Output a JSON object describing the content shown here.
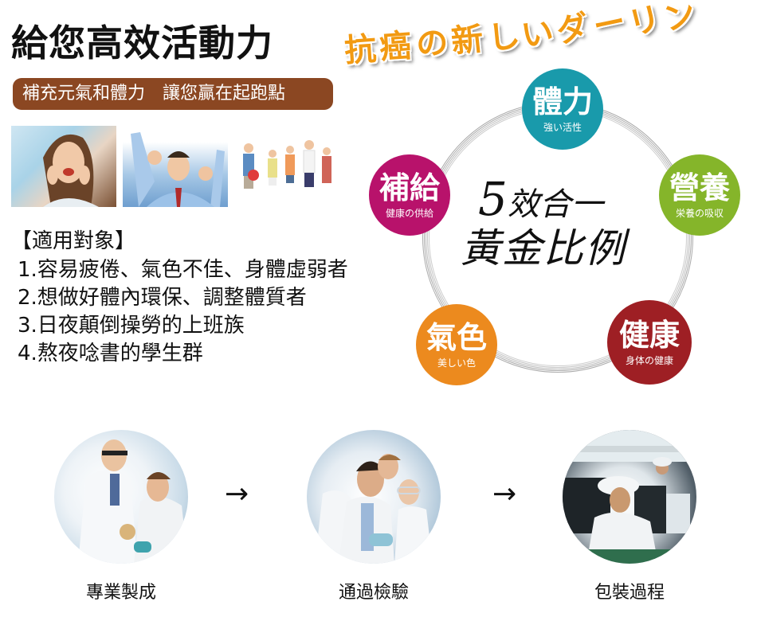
{
  "header": {
    "title": "給您高效活動力",
    "slogan_chars": [
      "抗",
      "癌",
      "の",
      "新",
      "し",
      "い",
      "ダ",
      "ー",
      "リ",
      "ン"
    ],
    "slogan": "抗癌の新しいダーリン",
    "accent_color": "#f29a12"
  },
  "subtitle": {
    "text": "補充元氣和體力　讓您贏在起跑點",
    "bg_color": "#8b4722"
  },
  "photos": [
    {
      "alt": "smiling woman"
    },
    {
      "alt": "cheering office workers"
    },
    {
      "alt": "running young people"
    }
  ],
  "target": {
    "heading": "【適用對象】",
    "items": [
      "1.容易疲倦、氣色不佳、身體虛弱者",
      "2.想做好體內環保、調整體質者",
      "3.日夜顛倒操勞的上班族",
      "4.熬夜唸書的學生群"
    ]
  },
  "ring": {
    "center_line1_number": "5",
    "center_line1_text": "效合一",
    "center_line2": "黃金比例",
    "bubbles": [
      {
        "title": "體力",
        "caption": "強い活性",
        "color": "#199aab"
      },
      {
        "title": "補給",
        "caption": "健康の供給",
        "color": "#b8126b"
      },
      {
        "title": "營養",
        "caption": "栄養の吸収",
        "color": "#85b52a"
      },
      {
        "title": "氣色",
        "caption": "美しい色",
        "color": "#ec8a1e"
      },
      {
        "title": "健康",
        "caption": "身体の健康",
        "color": "#9e1f24"
      }
    ]
  },
  "process": {
    "arrow": "→",
    "steps": [
      {
        "label": "專業製成"
      },
      {
        "label": "通過檢驗"
      },
      {
        "label": "包裝過程"
      }
    ]
  }
}
